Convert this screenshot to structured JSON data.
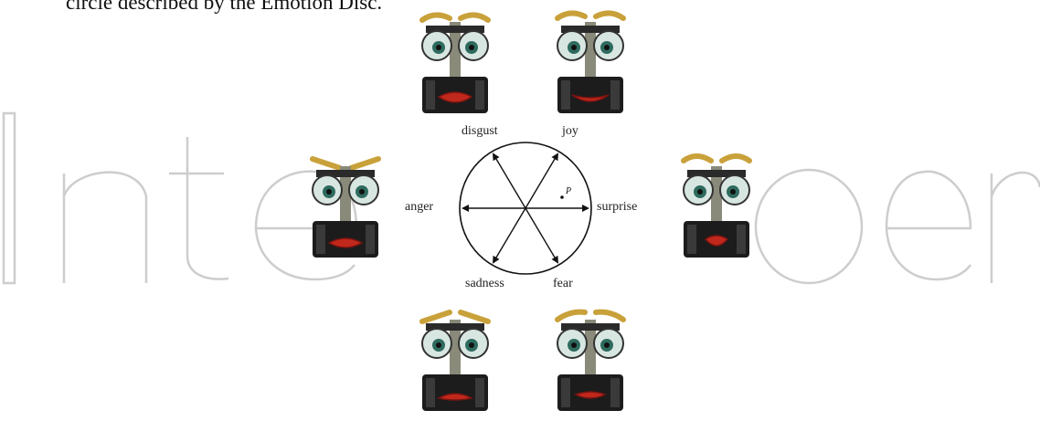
{
  "caption": {
    "text": "circle described by the Emotion Disc."
  },
  "watermark": {
    "text": "IntechOpen",
    "color": "#c8c8c8"
  },
  "emotion_disc": {
    "labels": {
      "disgust": "disgust",
      "joy": "joy",
      "anger": "anger",
      "surprise": "surprise",
      "sadness": "sadness",
      "fear": "fear"
    },
    "point_label": "P"
  },
  "robots": [
    {
      "emotion": "disgust"
    },
    {
      "emotion": "joy"
    },
    {
      "emotion": "anger"
    },
    {
      "emotion": "surprise"
    },
    {
      "emotion": "sadness"
    },
    {
      "emotion": "fear"
    }
  ],
  "colors": {
    "lips": "#c0281c",
    "eye_iris": "#2e6b5e",
    "eyebrow": "#c9a13a",
    "body": "#1c1c1c"
  }
}
